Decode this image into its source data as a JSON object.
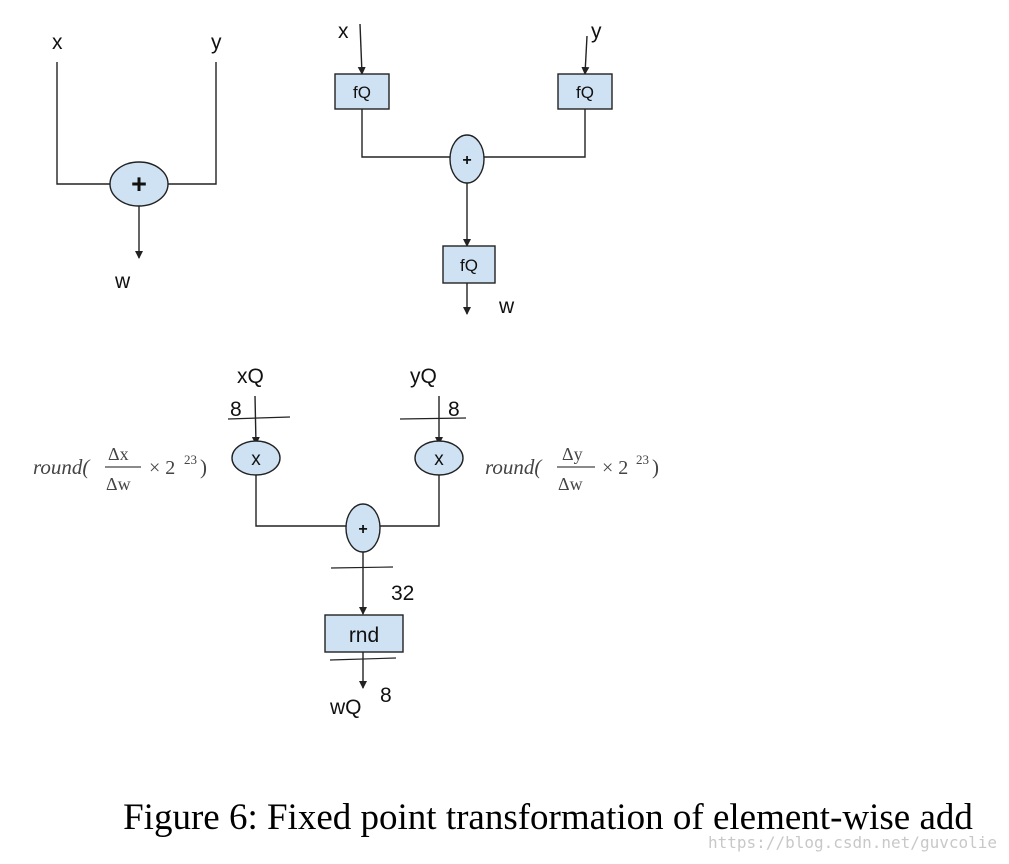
{
  "diagram": {
    "float_add": {
      "input_x": "x",
      "input_y": "y",
      "op": "+",
      "output": "w"
    },
    "quantized_sim": {
      "input_x": "x",
      "input_y": "y",
      "quant_left": "fQ",
      "quant_right": "fQ",
      "op": "+",
      "quant_out": "fQ",
      "output": "w"
    },
    "fixed_point": {
      "input_x": "xQ",
      "input_y": "yQ",
      "width_x": "8",
      "width_y": "8",
      "mul_left": "x",
      "mul_right": "x",
      "op": "+",
      "sum_width": "32",
      "round_block": "rnd",
      "output": "wQ",
      "output_width": "8",
      "scale_left": {
        "prefix": "round(",
        "num": "Δx",
        "den": "Δw",
        "times": "× 2",
        "exp": "23",
        "suffix": ")"
      },
      "scale_right": {
        "prefix": "round(",
        "num": "Δy",
        "den": "Δw",
        "times": "× 2",
        "exp": "23",
        "suffix": ")"
      }
    }
  },
  "caption": "Figure 6: Fixed point transformation of element-wise add",
  "watermark": "https://blog.csdn.net/guvcolie"
}
